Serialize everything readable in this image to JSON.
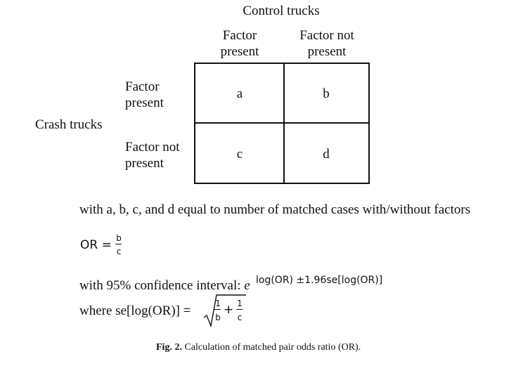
{
  "table": {
    "column_group_label": "Control trucks",
    "columns": [
      {
        "line1": "Factor",
        "line2": "present"
      },
      {
        "line1": "Factor not",
        "line2": "present"
      }
    ],
    "row_group_label": "Crash trucks",
    "rows": [
      {
        "line1": "Factor",
        "line2": "present"
      },
      {
        "line1": "Factor not",
        "line2": "present"
      }
    ],
    "cells": [
      "a",
      "b",
      "c",
      "d"
    ]
  },
  "text": {
    "description": "with a, b, c, and d equal to number of matched cases with/without factors",
    "or_label": "OR =",
    "or_num": "b",
    "or_den": "c",
    "ci_prefix": "with 95% confidence interval: ",
    "ci_base": "e",
    "ci_exponent": "log(OR) ±1.96se[log(OR)]",
    "se_prefix": "where se[log(OR)] =",
    "se_one_a": "1",
    "se_den_a": "b",
    "se_plus": "+",
    "se_one_b": "1",
    "se_den_b": "c"
  },
  "caption": {
    "label": "Fig. 2.",
    "text": "Calculation of matched pair odds ratio (OR)."
  }
}
